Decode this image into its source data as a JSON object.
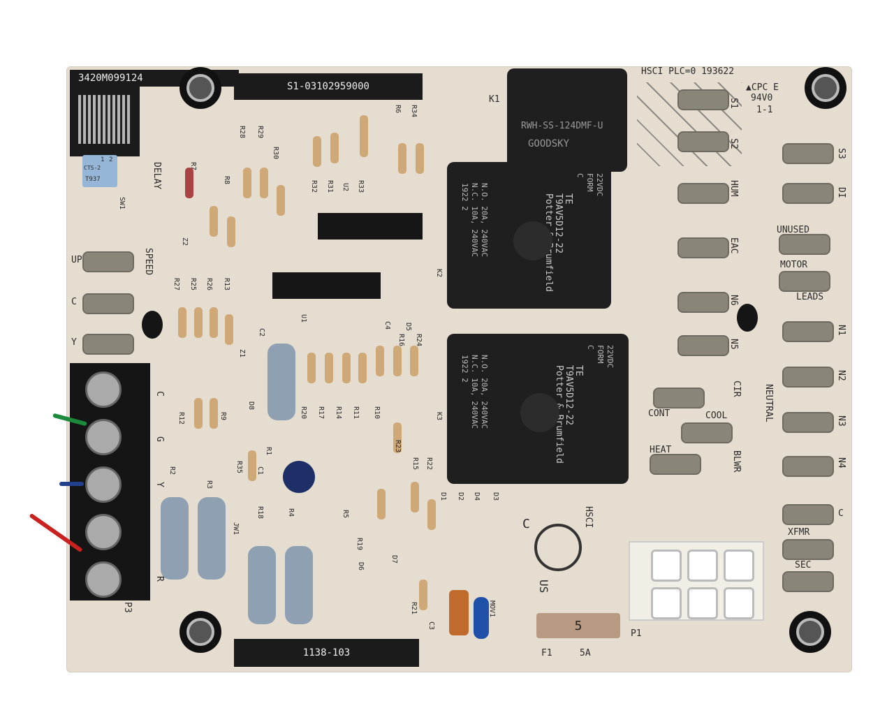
{
  "top_labels": {
    "serial": "3420M099124",
    "part": "S1-03102959000",
    "hsci": "HSCI PLC=0 193622",
    "cpc": "▲CPC E",
    "rating": "94V0",
    "rev": "1-1",
    "bottom_part": "1138-103"
  },
  "dip": {
    "label": "DELAY",
    "ref": "SW1",
    "model": "CTS-2",
    "code": "T937",
    "pos1": "1",
    "pos2": "2"
  },
  "k1": {
    "ref": "K1",
    "brand": "GOODSKY",
    "model": "RWH-SS-124DMF-U"
  },
  "relays": [
    {
      "ref": "K2",
      "brand": "TE",
      "model": "T9AV5D12-22",
      "maker": "Potter & Brumfield",
      "coil": "22VDC",
      "form": "FORM",
      "form_c": "C",
      "no": "N.O. 20A, 240VAC",
      "nc": "N.C. 10A, 240VAC",
      "date": "1922 2"
    },
    {
      "ref": "K3",
      "brand": "TE",
      "model": "T9AV5D12-22",
      "maker": "Potter & Brumfield",
      "coil": "22VDC",
      "form": "FORM",
      "form_c": "C",
      "no": "N.O. 20A, 240VAC",
      "nc": "N.C. 10A, 240VAC",
      "date": "1922 2"
    }
  ],
  "terminals_right": [
    "S1",
    "S2",
    "S3",
    "HUM",
    "DI",
    "EAC",
    "UNUSED",
    "MOTOR",
    "LEADS",
    "N6",
    "N5",
    "N1",
    "N2",
    "N3",
    "N4",
    "NEUTRAL",
    "CIR",
    "COOL",
    "CONT",
    "HEAT",
    "BLWR",
    "C",
    "XFMR",
    "SEC"
  ],
  "terminals_left": [
    "SPEED",
    "UP",
    "C",
    "Y"
  ],
  "terminal_block": {
    "ref": "P3",
    "letters": [
      "C",
      "G",
      "Y",
      "R"
    ]
  },
  "fuse": {
    "value": "5",
    "ref": "F1",
    "rating": "5A"
  },
  "connector": {
    "ref": "P1"
  },
  "ul": {
    "c": "C",
    "us": "US",
    "hsci": "HSCI"
  },
  "refs": [
    "R28",
    "R29",
    "R30",
    "R7",
    "R8",
    "R32",
    "R31",
    "U2",
    "R33",
    "R6",
    "R34",
    "R27",
    "R25",
    "R26",
    "R13",
    "C2",
    "U1",
    "C4",
    "D5",
    "Z1",
    "Z2",
    "R12",
    "R9",
    "D8",
    "R1",
    "R20",
    "R17",
    "R14",
    "R11",
    "R10",
    "R16",
    "R24",
    "R23",
    "R15",
    "R22",
    "R35",
    "C1",
    "R2",
    "R3",
    "R18",
    "R4",
    "JW1",
    "R5",
    "R19",
    "D6",
    "D7",
    "D1",
    "D2",
    "D4",
    "D3",
    "R21",
    "C3",
    "MOV1"
  ]
}
